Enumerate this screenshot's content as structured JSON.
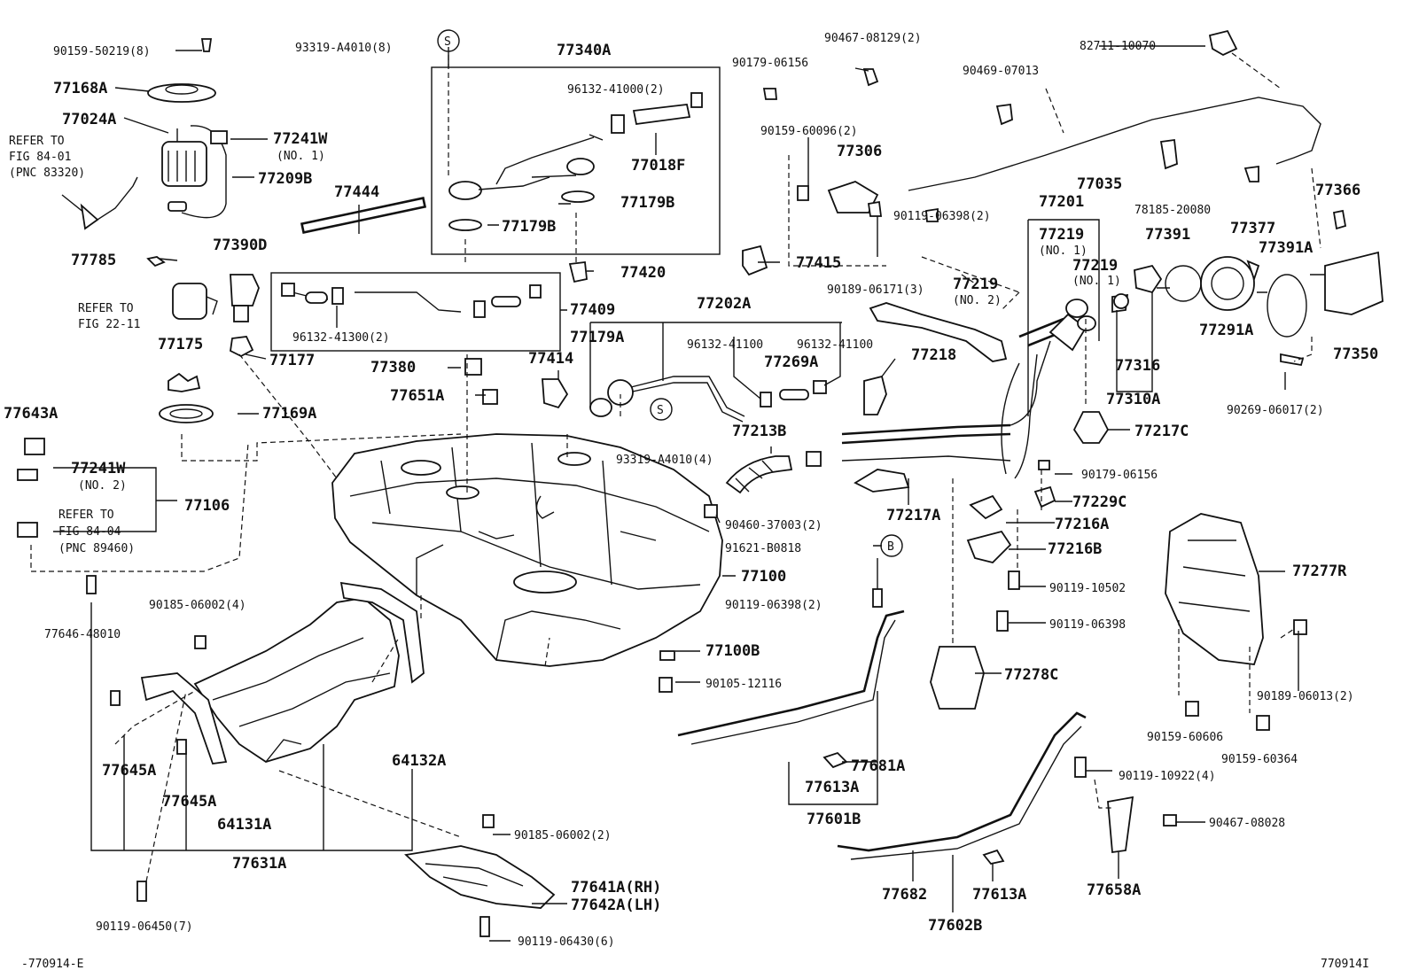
{
  "footer": {
    "ref_left": "-770914-E",
    "ref_right": "770914I"
  },
  "labels": {
    "p90159_50219": "90159-50219(8)",
    "p77168A": "77168A",
    "p77024A": "77024A",
    "refer1_a": "REFER TO",
    "refer1_b": "FIG 84-01",
    "refer1_c": "(PNC 83320)",
    "p77241W_1": "77241W",
    "no1_a": "(NO. 1)",
    "p77209B": "77209B",
    "p77444": "77444",
    "p77390D": "77390D",
    "p77785": "77785",
    "refer2_a": "REFER TO",
    "refer2_b": "FIG 22-11",
    "p77175": "77175",
    "p77177": "77177",
    "p77169A": "77169A",
    "p77643A": "77643A",
    "p77241W_2": "77241W",
    "no2_a": "(NO. 2)",
    "refer3_a": "REFER TO",
    "refer3_b": "FIG 84-04",
    "refer3_c": "(PNC 89460)",
    "p77106": "77106",
    "p77646_48010": "77646-48010",
    "p90185_06002_4": "90185-06002(4)",
    "p77645A_1": "77645A",
    "p77645A_2": "77645A",
    "p64131A": "64131A",
    "p64132A": "64132A",
    "p77631A": "77631A",
    "p90119_06450": "90119-06450(7)",
    "p93319_A4010_8": "93319-A4010(8)",
    "s_mark_1": "S",
    "p77340A": "77340A",
    "p96132_41000": "96132-41000(2)",
    "p77018F": "77018F",
    "p77179B_1": "77179B",
    "p77179B_2": "77179B",
    "p77420": "77420",
    "p77409": "77409",
    "p96132_41300": "96132-41300(2)",
    "p77380": "77380",
    "p77651A": "77651A",
    "p77414": "77414",
    "p77179A": "77179A",
    "s_mark_2": "S",
    "p93319_A4010_4": "93319-A4010(4)",
    "p77202A": "77202A",
    "p96132_41100_1": "96132-41100",
    "p96132_41100_2": "96132-41100",
    "p77269A": "77269A",
    "p77213B": "77213B",
    "p90460_37003": "90460-37003(2)",
    "p91621_B0818": "91621-B0818",
    "b_mark": "B",
    "p77100": "77100",
    "p90119_06398_2a": "90119-06398(2)",
    "p77100B": "77100B",
    "p90105_12116": "90105-12116",
    "p90185_06002_2": "90185-06002(2)",
    "p77641A": "77641A(RH)",
    "p77642A": "77642A(LH)",
    "p90119_06430": "90119-06430(6)",
    "p90467_08129": "90467-08129(2)",
    "p90179_06156_1": "90179-06156",
    "p90159_60096": "90159-60096(2)",
    "p77306": "77306",
    "p77415": "77415",
    "p90189_06171": "90189-06171(3)",
    "p77219_no2": "77219",
    "no2_b": "(NO. 2)",
    "p77218": "77218",
    "p82711_10070": "82711-10070",
    "p90469_07013": "90469-07013",
    "p77035": "77035",
    "p90119_06398_2b": "90119-06398(2)",
    "p77201": "77201",
    "p77219_no1a": "77219",
    "no1_b": "(NO. 1)",
    "p77219_no1b": "77219",
    "no1_c": "(NO. 1)",
    "p78185_20080": "78185-20080",
    "p77391": "77391",
    "p77377": "77377",
    "p77366": "77366",
    "p77391A": "77391A",
    "p77291A": "77291A",
    "p77316": "77316",
    "p77310A": "77310A",
    "p77350": "77350",
    "p90269_06017": "90269-06017(2)",
    "p77217C": "77217C",
    "p90179_06156_2": "90179-06156",
    "p77229C": "77229C",
    "p77217A": "77217A",
    "p77216A": "77216A",
    "p77216B": "77216B",
    "p90119_10502": "90119-10502",
    "p90119_06398": "90119-06398",
    "p77277R": "77277R",
    "p77278C": "77278C",
    "p90189_06013": "90189-06013(2)",
    "p90159_60606": "90159-60606",
    "p90159_60364": "90159-60364",
    "p77681A": "77681A",
    "p77613A_1": "77613A",
    "p77601B": "77601B",
    "p90119_10922": "90119-10922(4)",
    "p90467_08028": "90467-08028",
    "p77682": "77682",
    "p77613A_2": "77613A",
    "p77602B": "77602B",
    "p77658A": "77658A"
  }
}
